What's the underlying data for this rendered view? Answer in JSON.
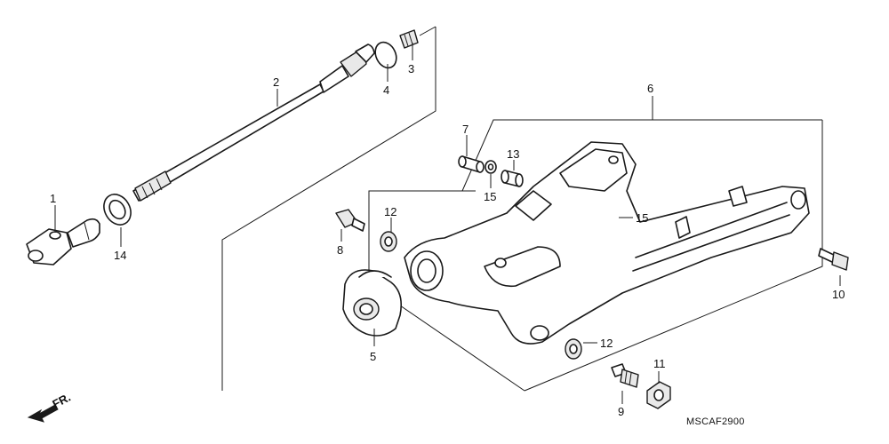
{
  "diagram": {
    "code": "MSCAF2900",
    "direction_label": "FR."
  },
  "callouts": [
    {
      "id": "1",
      "label": "1"
    },
    {
      "id": "2",
      "label": "2"
    },
    {
      "id": "3",
      "label": "3"
    },
    {
      "id": "4",
      "label": "4"
    },
    {
      "id": "5",
      "label": "5"
    },
    {
      "id": "6",
      "label": "6"
    },
    {
      "id": "7",
      "label": "7"
    },
    {
      "id": "8",
      "label": "8"
    },
    {
      "id": "9",
      "label": "9"
    },
    {
      "id": "10",
      "label": "10"
    },
    {
      "id": "11",
      "label": "11"
    },
    {
      "id": "12a",
      "label": "12"
    },
    {
      "id": "12b",
      "label": "12"
    },
    {
      "id": "13",
      "label": "13"
    },
    {
      "id": "14",
      "label": "14"
    },
    {
      "id": "15a",
      "label": "15"
    },
    {
      "id": "15b",
      "label": "15"
    }
  ]
}
